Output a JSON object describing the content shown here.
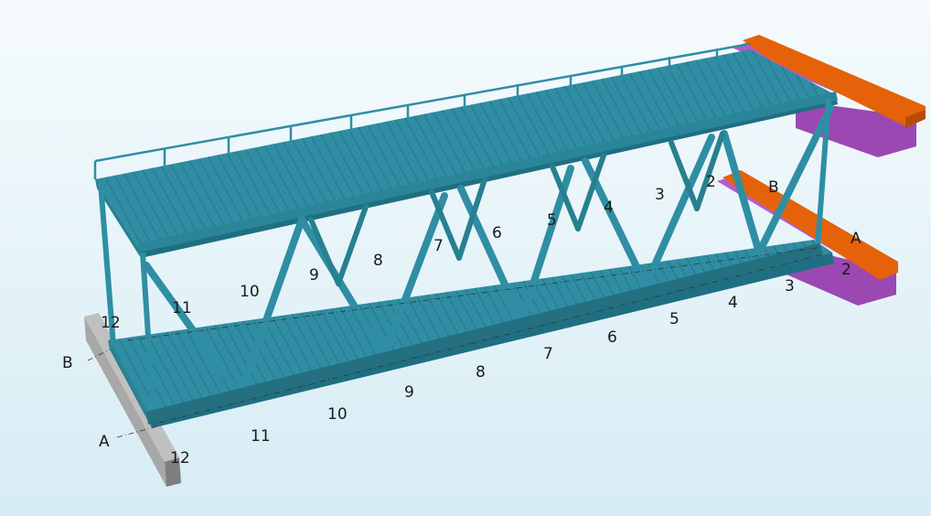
{
  "scene": {
    "background_top": "#f6fbfd",
    "background_bottom": "#d6ecf4",
    "colors": {
      "steel": "#2f8ea3",
      "steel_dark": "#1f6f82",
      "steel_light": "#3ea3b8",
      "support": "#b45ccc",
      "support_dark": "#8e3fa6",
      "cap": "#e5620a",
      "cap_dark": "#b84a05",
      "concrete": "#a8a8a8",
      "concrete_dark": "#7e7e7e",
      "gridline": "#333333"
    },
    "grid_labels": {
      "near_axis": [
        "2",
        "3",
        "4",
        "5",
        "6",
        "7",
        "8",
        "9",
        "10",
        "11",
        "12"
      ],
      "far_axis": [
        "2",
        "3",
        "4",
        "5",
        "6",
        "7",
        "8",
        "9",
        "10",
        "11",
        "12"
      ],
      "row_axis_left": [
        "A",
        "B"
      ],
      "row_axis_right": [
        "A",
        "B"
      ]
    }
  }
}
